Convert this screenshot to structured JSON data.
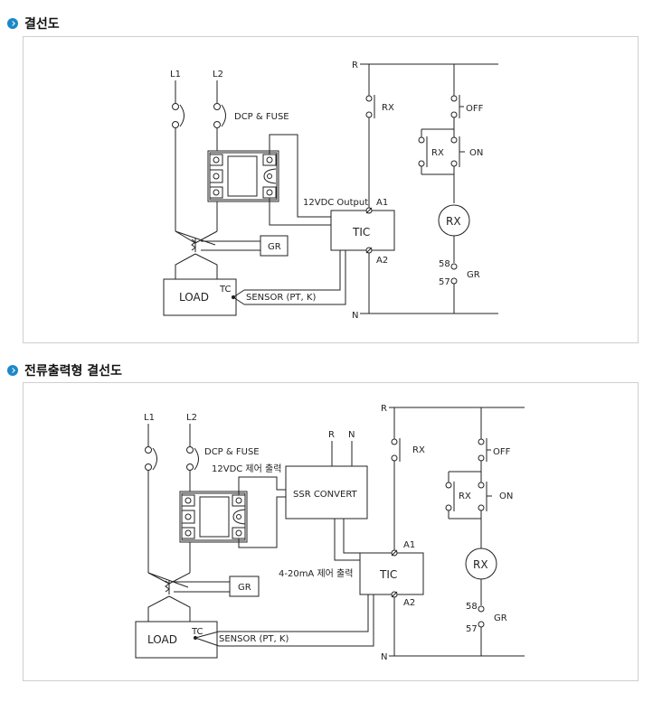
{
  "sections": [
    {
      "title": "결선도"
    },
    {
      "title": "전류출력형 결선도"
    }
  ],
  "d1": {
    "l1": "L1",
    "l2": "L2",
    "dcp": "DCP & FUSE",
    "out": "12VDC Output",
    "plus": "+",
    "minus": "-",
    "a1": "A1",
    "a2": "A2",
    "tic": "TIC",
    "gr": "GR",
    "load": "LOAD",
    "tc": "TC",
    "sensor": "SENSOR  (PT, K)",
    "r": "R",
    "n": "N",
    "rx": "RX",
    "off": "OFF",
    "on": "ON",
    "rx2": "RX",
    "rxcoil": "RX",
    "t58": "58",
    "t57": "57",
    "gr2": "GR"
  },
  "d2": {
    "l1": "L1",
    "l2": "L2",
    "dcp": "DCP & FUSE",
    "ctrl": "12VDC 제어 출력",
    "r_in": "R",
    "n_in": "N",
    "ssr": "SSR CONVERT",
    "ma": "4-20mA 제어 출력",
    "a1": "A1",
    "a2": "A2",
    "tic": "TIC",
    "gr": "GR",
    "load": "LOAD",
    "tc": "TC",
    "sensor": "SENSOR  (PT, K)",
    "r": "R",
    "n": "N",
    "rx": "RX",
    "off": "OFF",
    "on": "ON",
    "rx2": "RX",
    "rxcoil": "RX",
    "t58": "58",
    "t57": "57",
    "gr2": "GR"
  }
}
